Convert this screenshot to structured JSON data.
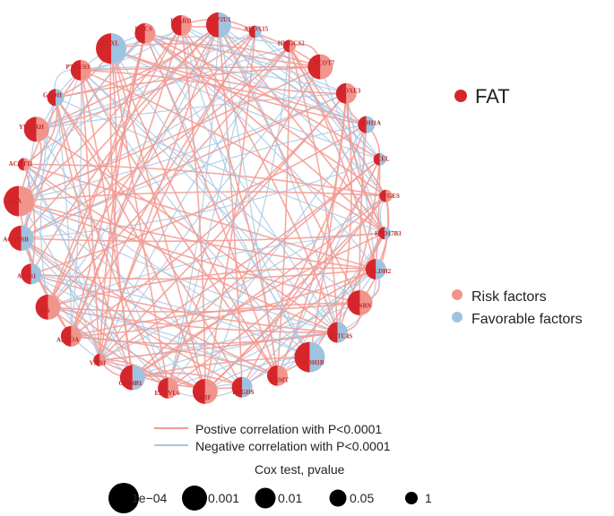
{
  "colors": {
    "fat": "#d7262b",
    "risk": "#f1948c",
    "favorable": "#9ec3e0",
    "positive_edge": "#f29a92",
    "negative_edge": "#a9c8e3",
    "label": "#c0282a"
  },
  "legend": {
    "group_label": "FAT",
    "risk_label": "Risk factors",
    "favorable_label": "Favorable factors",
    "positive_label": "Postive correlation with P<0.0001",
    "negative_label": "Negative correlation with P<0.0001",
    "size_title": "Cox test, pvalue",
    "size_labels": [
      "1e−04",
      "0.001",
      "0.01",
      "0.05",
      "1"
    ]
  },
  "nodes": [
    {
      "name": "CYP2U1",
      "size": "0.001",
      "right": "favorable"
    },
    {
      "name": "ALOX15",
      "size": "1",
      "right": "favorable"
    },
    {
      "name": "HMGCS2",
      "size": "1",
      "right": "risk"
    },
    {
      "name": "ACOT7",
      "size": "0.001",
      "right": "risk"
    },
    {
      "name": "LOXE3",
      "size": "0.01",
      "right": "risk"
    },
    {
      "name": "ADH1A",
      "size": "0.05",
      "right": "favorable"
    },
    {
      "name": "CEL",
      "size": "1",
      "right": "favorable"
    },
    {
      "name": "PTGES",
      "size": "1",
      "right": "risk"
    },
    {
      "name": "HSD17B3",
      "size": "1",
      "right": "favorable"
    },
    {
      "name": "ALDH2",
      "size": "0.01",
      "right": "favorable"
    },
    {
      "name": "NBN",
      "size": "0.001",
      "right": "risk"
    },
    {
      "name": "PLTC4S",
      "size": "0.01",
      "right": "favorable"
    },
    {
      "name": "ADH1B",
      "size": "1e-04",
      "right": "favorable"
    },
    {
      "name": "LNMT",
      "size": "0.01",
      "right": "risk"
    },
    {
      "name": "HPGDS",
      "size": "0.01",
      "right": "favorable"
    },
    {
      "name": "MIF",
      "size": "0.001",
      "right": "risk"
    },
    {
      "name": "ELOVL6",
      "size": "0.01",
      "right": "risk"
    },
    {
      "name": "CYP4B1",
      "size": "0.001",
      "right": "favorable"
    },
    {
      "name": "VNN1",
      "size": "1",
      "right": "risk"
    },
    {
      "name": "ALDOA",
      "size": "0.01",
      "right": "risk"
    },
    {
      "name": "SMS",
      "size": "0.001",
      "right": "risk"
    },
    {
      "name": "ACSS1",
      "size": "0.01",
      "right": "favorable"
    },
    {
      "name": "ACADSB",
      "size": "0.001",
      "right": "favorable"
    },
    {
      "name": "LDHA",
      "size": "1e-04",
      "right": "risk"
    },
    {
      "name": "ACOT11",
      "size": "1",
      "right": "risk"
    },
    {
      "name": "YWHAH",
      "size": "0.001",
      "right": "risk"
    },
    {
      "name": "GCDH",
      "size": "0.05",
      "right": "favorable"
    },
    {
      "name": "PTGES3",
      "size": "0.01",
      "right": "risk"
    },
    {
      "name": "ACOXL",
      "size": "1e-04",
      "right": "favorable"
    },
    {
      "name": "HCCS",
      "size": "0.01",
      "right": "risk"
    },
    {
      "name": "PPARD",
      "size": "0.01",
      "right": "risk"
    }
  ]
}
